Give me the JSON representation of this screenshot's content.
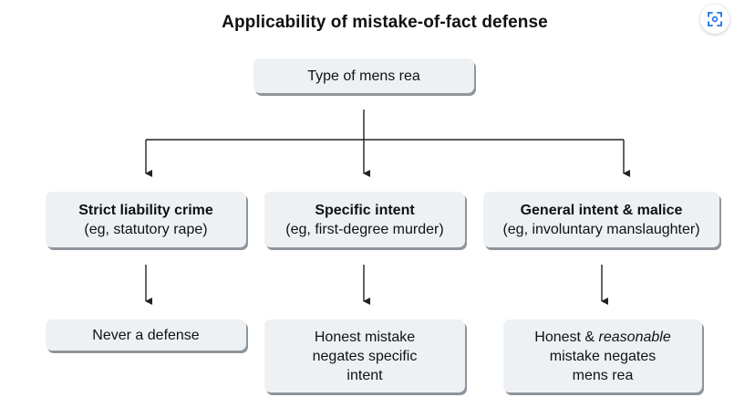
{
  "title": "Applicability of mistake-of-fact defense",
  "root": {
    "label": "Type of mens rea"
  },
  "categories": [
    {
      "heading": "Strict liability crime",
      "example": "(eg, statutory rape)"
    },
    {
      "heading": "Specific intent",
      "example": "(eg, first-degree murder)"
    },
    {
      "heading": "General intent & malice",
      "example": "(eg, involuntary manslaughter)"
    }
  ],
  "outcomes": [
    {
      "lines": [
        "Never a defense"
      ]
    },
    {
      "lines": [
        "Honest mistake",
        "negates specific",
        "intent"
      ]
    },
    {
      "pre": "Honest & ",
      "emph": "reasonable",
      "lines_rest": [
        "mistake negates",
        "mens rea"
      ]
    }
  ],
  "controls": {
    "expand_icon": "expand-icon"
  },
  "colors": {
    "box_fill": "#eef1f4",
    "box_shadow": "#8f959b",
    "line": "#222222",
    "accent": "#1a73e8"
  }
}
